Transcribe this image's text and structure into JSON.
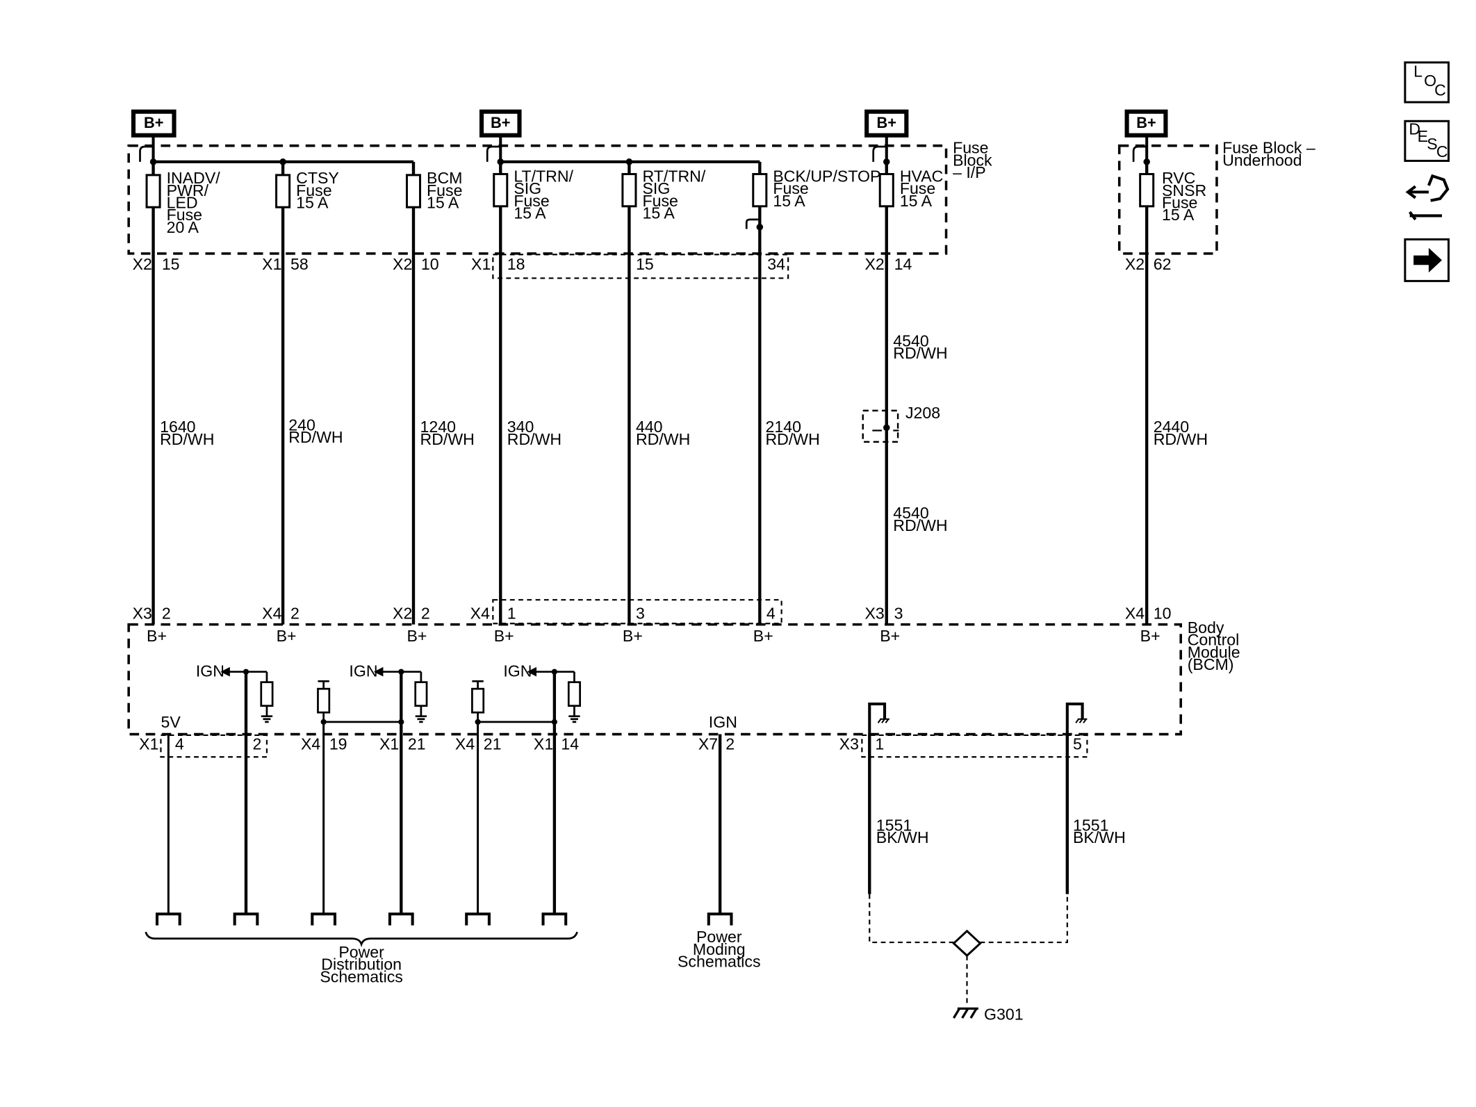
{
  "supply_label": "B+",
  "nav": {
    "loc": [
      "L",
      "O",
      "C"
    ],
    "desc": [
      "D",
      "E",
      "S",
      "C"
    ],
    "icons": [
      "loc-icon",
      "desc-icon",
      "connector-tool-icon",
      "next-arrow-icon"
    ]
  },
  "blocks": {
    "fuse_block_ip": [
      "Fuse",
      "Block",
      "– I/P"
    ],
    "fuse_block_underhood": [
      "Fuse Block –",
      "Underhood"
    ],
    "bcm": [
      "Body",
      "Control",
      "Module",
      "(BCM)"
    ]
  },
  "fuses": [
    {
      "label": [
        "INADV/",
        "PWR/",
        "LED",
        "Fuse",
        "20 A"
      ]
    },
    {
      "label": [
        "CTSY",
        "Fuse",
        "15 A"
      ]
    },
    {
      "label": [
        "BCM",
        "Fuse",
        "15 A"
      ]
    },
    {
      "label": [
        "LT/TRN/",
        "SIG",
        "Fuse",
        "15 A"
      ]
    },
    {
      "label": [
        "RT/TRN/",
        "SIG",
        "Fuse",
        "15 A"
      ]
    },
    {
      "label": [
        "BCK/UP/STOP",
        "Fuse",
        "15 A"
      ]
    },
    {
      "label": [
        "HVAC",
        "Fuse",
        "15 A"
      ]
    },
    {
      "label": [
        "RVC",
        "SNSR",
        "Fuse",
        "15 A"
      ]
    }
  ],
  "fuse_pins": [
    {
      "conn": "X2",
      "pin": "15"
    },
    {
      "conn": "X1",
      "pin": "58"
    },
    {
      "conn": "X2",
      "pin": "10"
    },
    {
      "conn": "X1",
      "pin": "18"
    },
    {
      "conn": "",
      "pin": "15"
    },
    {
      "conn": "",
      "pin": "34"
    },
    {
      "conn": "X2",
      "pin": "14"
    },
    {
      "conn": "X2",
      "pin": "62"
    }
  ],
  "wires": [
    {
      "circuit": "1640",
      "color": "RD/WH"
    },
    {
      "circuit": "240",
      "color": "RD/WH"
    },
    {
      "circuit": "1240",
      "color": "RD/WH"
    },
    {
      "circuit": "340",
      "color": "RD/WH"
    },
    {
      "circuit": "440",
      "color": "RD/WH"
    },
    {
      "circuit": "2140",
      "color": "RD/WH"
    },
    {
      "circuit": "2440",
      "color": "RD/WH"
    }
  ],
  "hvac_wire": {
    "upper": {
      "circuit": "4540",
      "color": "RD/WH"
    },
    "lower": {
      "circuit": "4540",
      "color": "RD/WH"
    },
    "splice": "J208"
  },
  "bcm_pins": [
    {
      "conn": "X3",
      "pin": "2"
    },
    {
      "conn": "X4",
      "pin": "2"
    },
    {
      "conn": "X2",
      "pin": "2"
    },
    {
      "conn": "X4",
      "pin": "1"
    },
    {
      "conn": "",
      "pin": "3"
    },
    {
      "conn": "",
      "pin": "4"
    },
    {
      "conn": "X3",
      "pin": "3"
    },
    {
      "conn": "X4",
      "pin": "10"
    }
  ],
  "bcm_bottom": {
    "internal_labels": [
      "5V",
      "IGN",
      "IGN",
      "IGN",
      "IGN"
    ],
    "pins": [
      {
        "conn": "X1",
        "pin": "4"
      },
      {
        "conn": "",
        "pin": "2"
      },
      {
        "conn": "X4",
        "pin": "19"
      },
      {
        "conn": "X1",
        "pin": "21"
      },
      {
        "conn": "X4",
        "pin": "21"
      },
      {
        "conn": "X1",
        "pin": "14"
      },
      {
        "conn": "X7",
        "pin": "2"
      },
      {
        "conn": "X3",
        "pin": "1"
      },
      {
        "conn": "",
        "pin": "5"
      }
    ]
  },
  "ground_wires": [
    {
      "circuit": "1551",
      "color": "BK/WH"
    },
    {
      "circuit": "1551",
      "color": "BK/WH"
    }
  ],
  "ground_label": "G301",
  "refs": {
    "power_distribution": [
      "Power",
      "Distribution",
      "Schematics"
    ],
    "power_moding": [
      "Power",
      "Moding",
      "Schematics"
    ]
  }
}
